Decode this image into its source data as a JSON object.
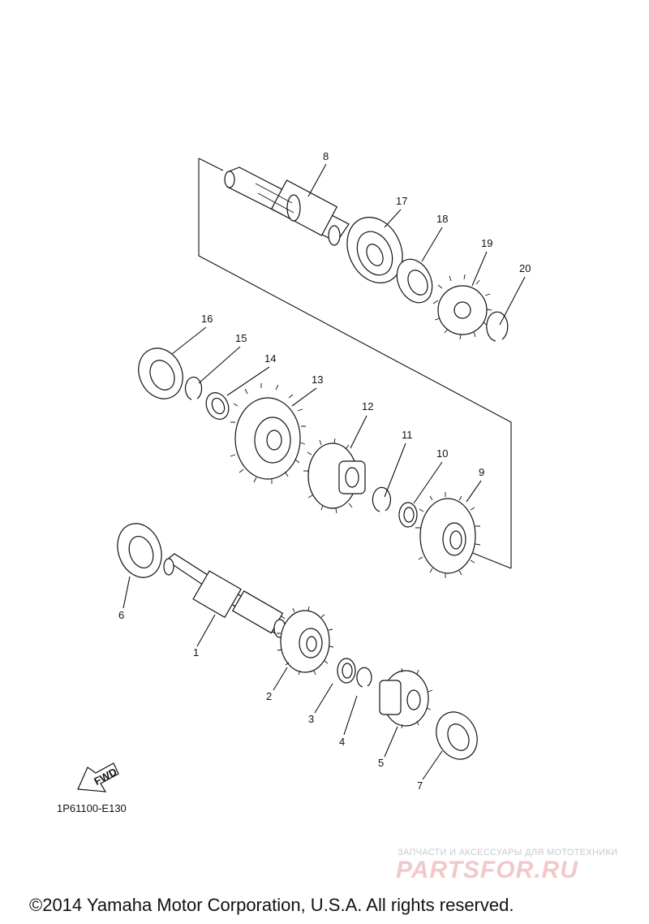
{
  "diagram_code": "1P61100-E130",
  "fwd_label": "FWD",
  "watermark": {
    "tagline": "ЗАПЧАСТИ И АКСЕССУАРЫ ДЛЯ МОТОТЕХНИКИ",
    "brand": "PARTSFOR.RU"
  },
  "copyright": "©2014 Yamaha Motor Corporation, U.S.A. All rights reserved.",
  "callouts": [
    "1",
    "2",
    "3",
    "4",
    "5",
    "6",
    "7",
    "8",
    "9",
    "10",
    "11",
    "12",
    "13",
    "14",
    "15",
    "16",
    "17",
    "18",
    "19",
    "20"
  ]
}
